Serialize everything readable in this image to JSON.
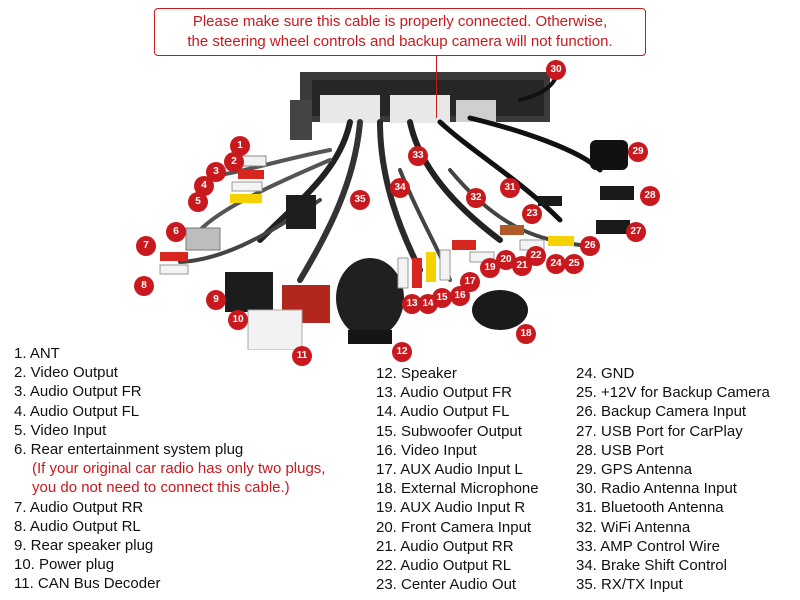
{
  "notice": {
    "line1": "Please make sure this cable is properly connected. Otherwise,",
    "line2": "the steering wheel controls and backup camera will not function."
  },
  "markers": [
    "1",
    "2",
    "3",
    "4",
    "5",
    "6",
    "7",
    "8",
    "9",
    "10",
    "11",
    "12",
    "13",
    "14",
    "15",
    "16",
    "17",
    "18",
    "19",
    "20",
    "21",
    "22",
    "23",
    "24",
    "25",
    "26",
    "27",
    "28",
    "29",
    "30",
    "31",
    "32",
    "33",
    "34",
    "35"
  ],
  "legend": {
    "col1": [
      "1. ANT",
      "2. Video Output",
      "3. Audio Output FR",
      "4. Audio Output FL",
      "5. Video Input",
      "6. Rear entertainment system plug",
      "7. Audio Output RR",
      "8. Audio Output RL",
      "9. Rear speaker plug",
      "10. Power plug",
      "11. CAN Bus Decoder"
    ],
    "note_line1": "(If your original car radio has only two plugs,",
    "note_line2": "you do not need to connect this cable.)",
    "col2": [
      "12. Speaker",
      "13. Audio Output FR",
      "14. Audio Output FL",
      "15. Subwoofer Output",
      "16. Video Input",
      "17. AUX Audio Input L",
      "18. External Microphone",
      "19. AUX Audio Input R",
      "20.  Front Camera Input",
      "21. Audio Output RR",
      "22. Audio Output RL",
      "23. Center Audio Out"
    ],
    "col3": [
      "24. GND",
      "25. +12V for Backup Camera",
      "26. Backup Camera Input",
      "27. USB Port for CarPlay",
      "28. USB Port",
      "29. GPS Antenna",
      "30. Radio Antenna Input",
      "31. Bluetooth Antenna",
      "32. WiFi Antenna",
      "33. AMP Control Wire",
      "34. Brake Shift Control",
      "35. RX/TX Input"
    ]
  }
}
